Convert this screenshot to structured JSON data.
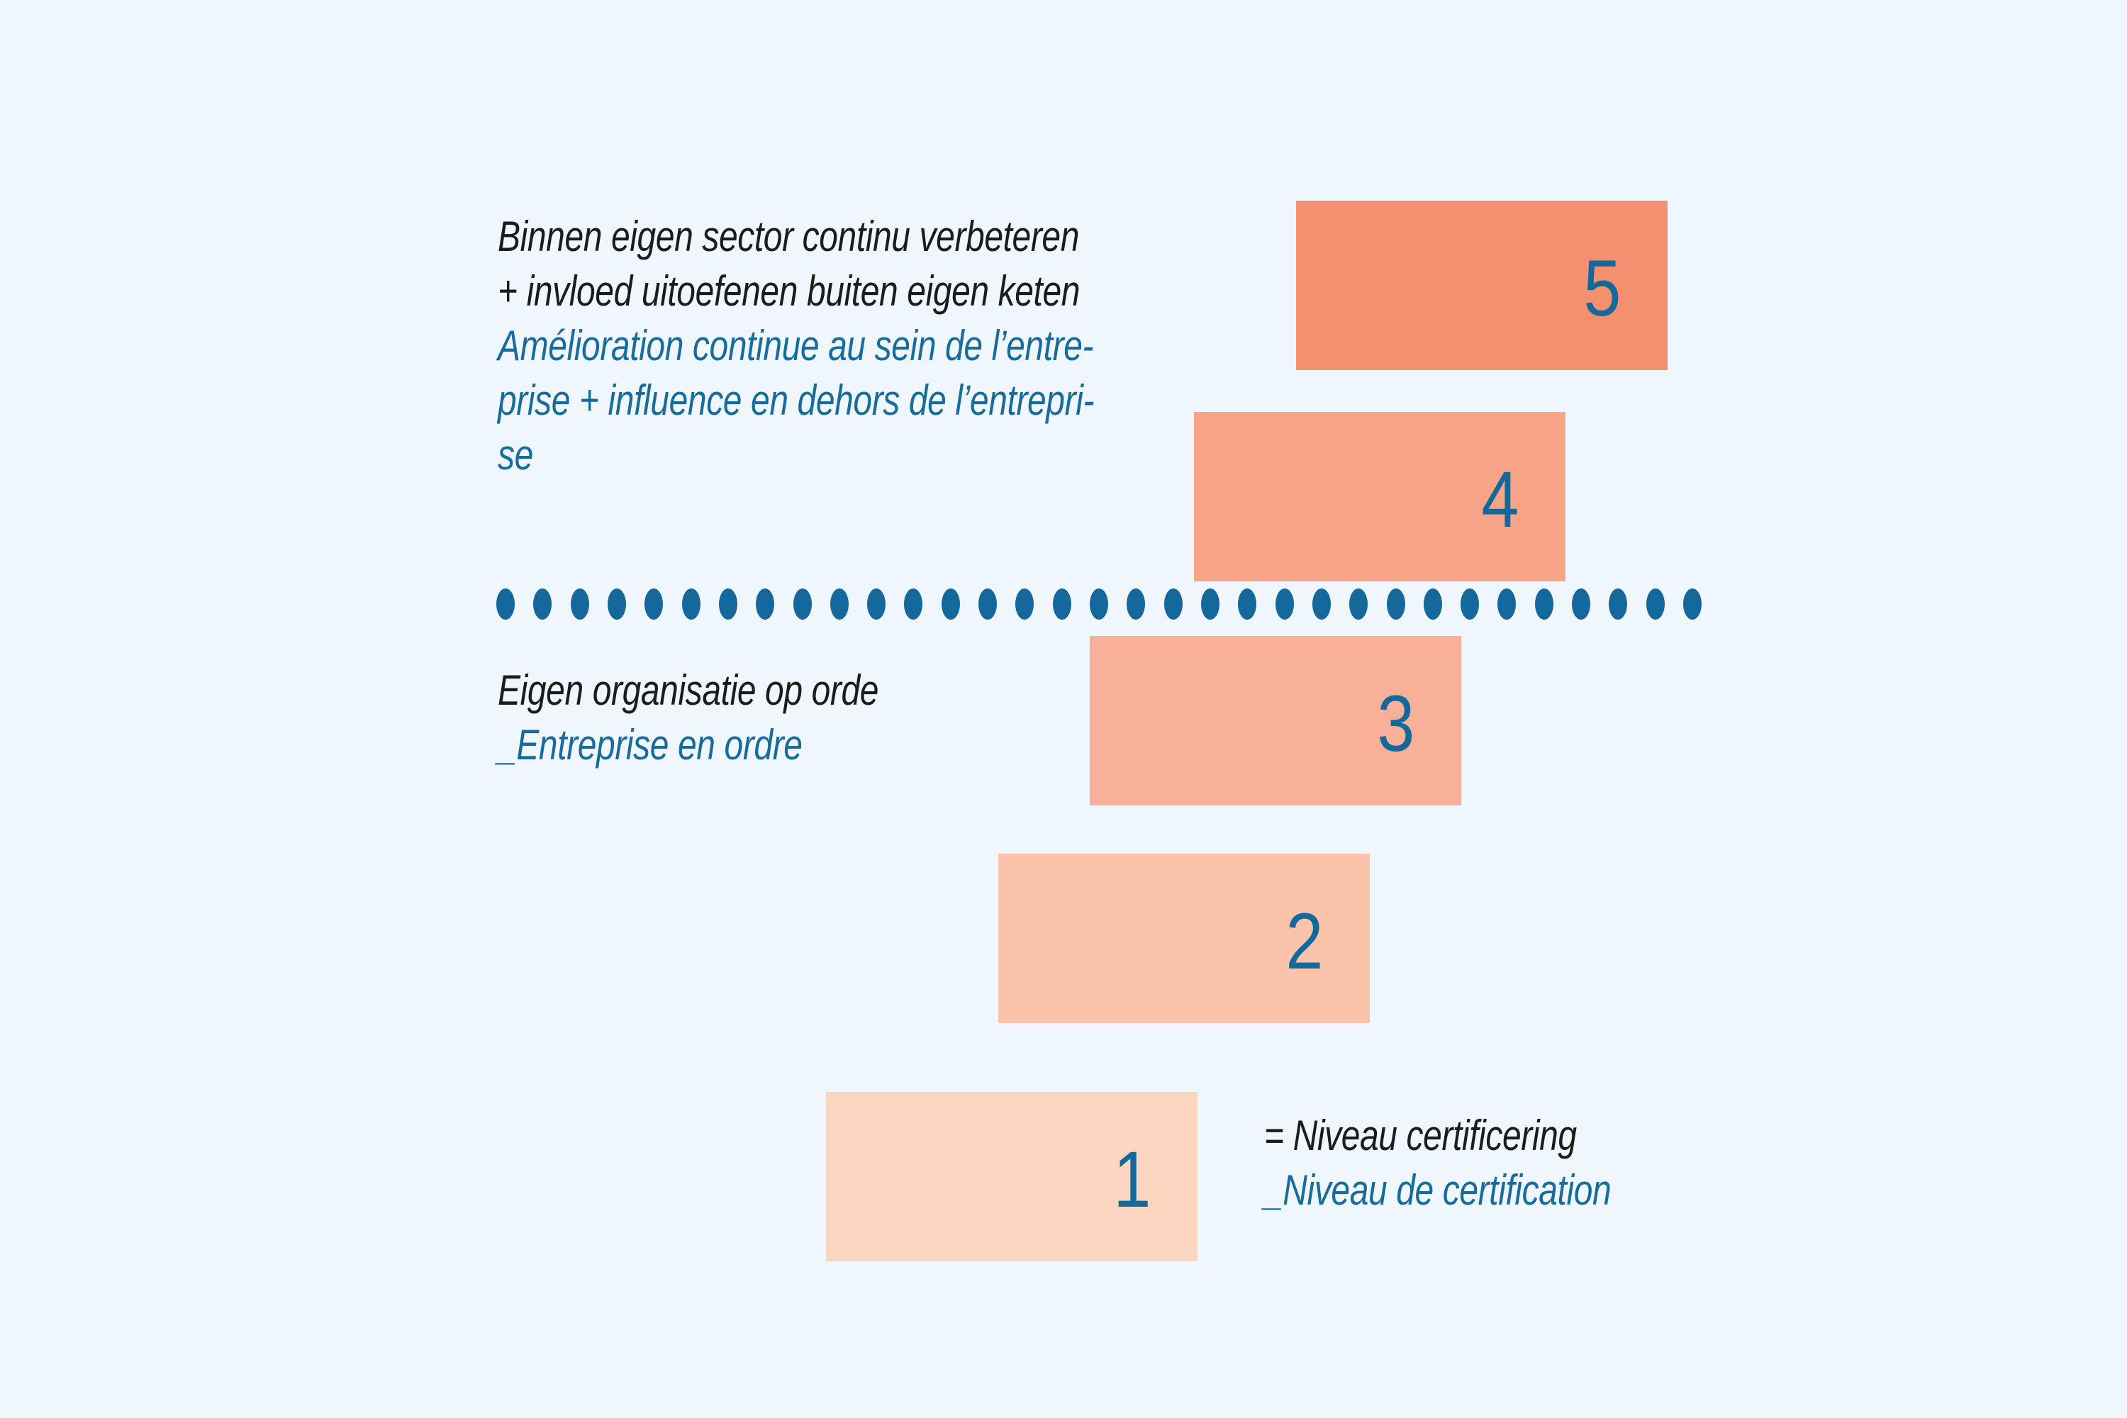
{
  "palette": {
    "background": "#EFF6FC",
    "text_dark": "#1C1C1C",
    "text_blue": "#176C9C",
    "dot_blue": "#15689B",
    "number_blue": "#13699C"
  },
  "top_annotation": {
    "line1_nl": "Binnen eigen sector continu verbeteren",
    "line2_nl": "+ invloed uitoefenen buiten eigen keten",
    "line3_fr": "Amélioration continue au sein de l’entre-",
    "line4_fr": "prise + influence en dehors de l’entrepri-",
    "line5_fr": "se"
  },
  "middle_annotation": {
    "line1_nl": "Eigen organisatie op orde",
    "line2_fr": "_Entreprise en ordre"
  },
  "legend": {
    "line1_nl": "= Niveau certificering",
    "line2_fr": "_Niveau de certification"
  },
  "ladder": {
    "levels": [
      {
        "label": "5",
        "color": "#F39070"
      },
      {
        "label": "4",
        "color": "#F8A489"
      },
      {
        "label": "3",
        "color": "#F9B098"
      },
      {
        "label": "2",
        "color": "#FBC3A9"
      },
      {
        "label": "1",
        "color": "#FDD6C2"
      }
    ]
  },
  "divider": {
    "dot_count": 33
  }
}
